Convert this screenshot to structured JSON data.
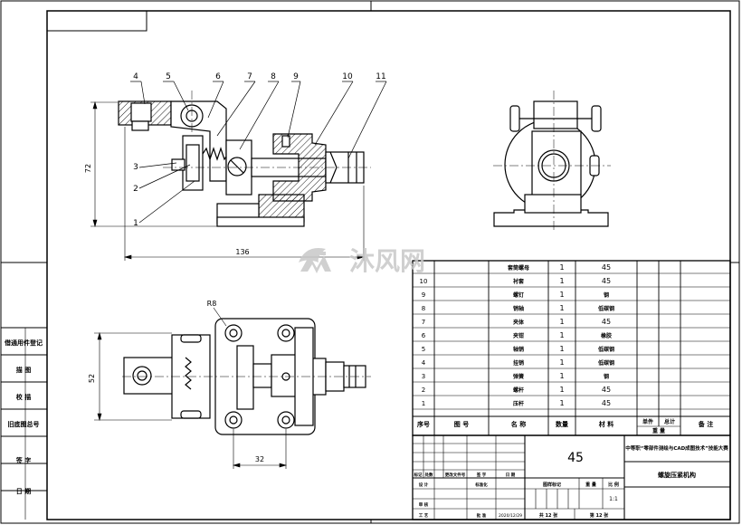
{
  "dimensions": {
    "height": "72",
    "length": "136",
    "width": "52",
    "offset": "32",
    "radius": "R8"
  },
  "balloons": [
    "4",
    "5",
    "6",
    "7",
    "8",
    "9",
    "10",
    "11",
    "3",
    "2",
    "1"
  ],
  "side_labels": [
    "借通用件登记",
    "描 图",
    "校 描",
    "旧底图总号",
    "签 字",
    "日 期"
  ],
  "watermark": {
    "text": "沐风网",
    "icon": "mf-logo-icon"
  },
  "bom_rows": [
    {
      "no": "",
      "code": "",
      "name": "套筒螺母",
      "qty": "1",
      "material": "45"
    },
    {
      "no": "10",
      "code": "",
      "name": "衬套",
      "qty": "1",
      "material": "45"
    },
    {
      "no": "9",
      "code": "",
      "name": "螺钉",
      "qty": "1",
      "material": "钢"
    },
    {
      "no": "8",
      "code": "",
      "name": "销轴",
      "qty": "1",
      "material": "低碳钢"
    },
    {
      "no": "7",
      "code": "",
      "name": "夹体",
      "qty": "1",
      "material": "45"
    },
    {
      "no": "6",
      "code": "",
      "name": "夹钳",
      "qty": "1",
      "material": "橡胶"
    },
    {
      "no": "5",
      "code": "",
      "name": "轴销",
      "qty": "1",
      "material": "低碳钢"
    },
    {
      "no": "4",
      "code": "",
      "name": "挂销",
      "qty": "1",
      "material": "低碳钢"
    },
    {
      "no": "3",
      "code": "",
      "name": "弹簧",
      "qty": "1",
      "material": "钢"
    },
    {
      "no": "2",
      "code": "",
      "name": "螺杆",
      "qty": "1",
      "material": "45"
    },
    {
      "no": "1",
      "code": "",
      "name": "压杆",
      "qty": "1",
      "material": "45"
    }
  ],
  "bom_header": {
    "no": "序号",
    "code": "图 号",
    "name": "名 称",
    "qty": "数量",
    "material": "材 料",
    "unit_weight": "单件",
    "total_weight": "总计",
    "weight": "重 量",
    "remarks": "备 注"
  },
  "title_block": {
    "material": "45",
    "school": "中等职“零部件测绘与CAD成图技术”技能大赛",
    "drawing_name": "螺旋压紧机构",
    "mark": "标记",
    "count": "处数",
    "change_no": "更改文件号",
    "sign": "签 字",
    "date_h": "日 期",
    "design": "设 计",
    "standard": "标准化",
    "review": "审 核",
    "process": "工 艺",
    "approve": "批 准",
    "date": "2020/12/29",
    "stage": "图样标记",
    "weight": "重 量",
    "scale": "比 例",
    "scale_value": "1:1",
    "sheets": "共 12 张",
    "sheet": "第 12 张"
  },
  "colors": {
    "line": "#000000",
    "watermark": "#c8c8c8"
  }
}
